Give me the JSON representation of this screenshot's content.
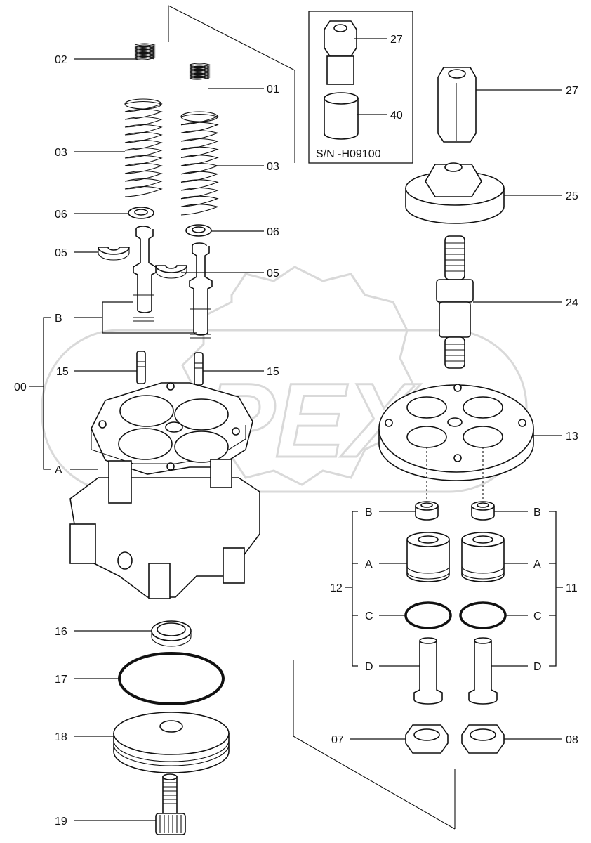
{
  "labels": {
    "l00": "00",
    "l01": "01",
    "l02": "02",
    "l03a": "03",
    "l03b": "03",
    "l05a": "05",
    "l05b": "05",
    "l06a": "06",
    "l06b": "06",
    "l07": "07",
    "l08": "08",
    "l11": "11",
    "l12": "12",
    "l13": "13",
    "l15a": "15",
    "l15b": "15",
    "l16": "16",
    "l17": "17",
    "l18": "18",
    "l19": "19",
    "l24": "24",
    "l25": "25",
    "l27a": "27",
    "l27b": "27",
    "l40": "40",
    "lA_left": "A",
    "lB_left": "B",
    "lB_l12": "B",
    "lA_l12": "A",
    "lC_l12": "C",
    "lD_l12": "D",
    "lB_r11": "B",
    "lA_r11": "A",
    "lC_r11": "C",
    "lD_r11": "D"
  },
  "serial_note": "S/N    -H09100",
  "watermark": "OPEX"
}
